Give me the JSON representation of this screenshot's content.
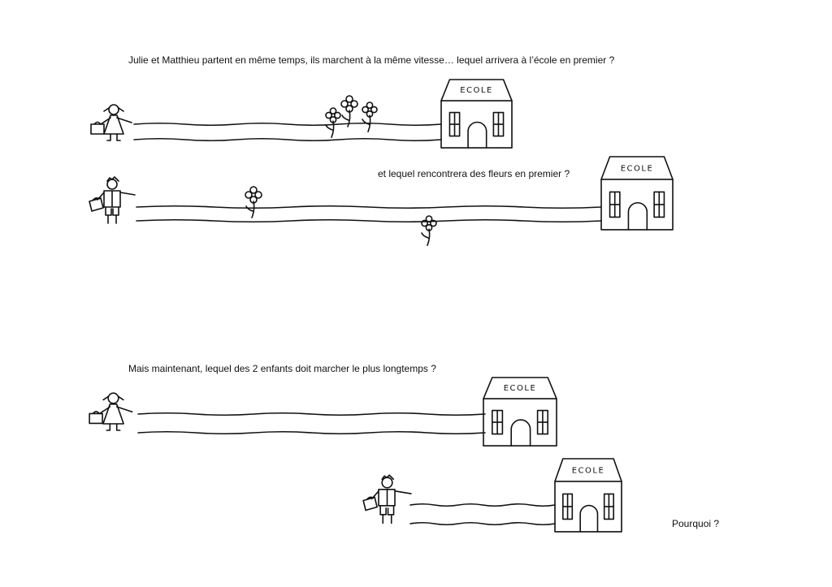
{
  "questions": {
    "q1": "Julie et Matthieu partent en même temps, ils marchent à la même vitesse… lequel arrivera à l’école en premier ?",
    "q2": "et lequel rencontrera des fleurs en premier ?",
    "q3": "Mais maintenant, lequel des 2 enfants doit marcher le plus longtemps ?",
    "q4": "Pourquoi ?"
  },
  "school_label": "ECOLE"
}
